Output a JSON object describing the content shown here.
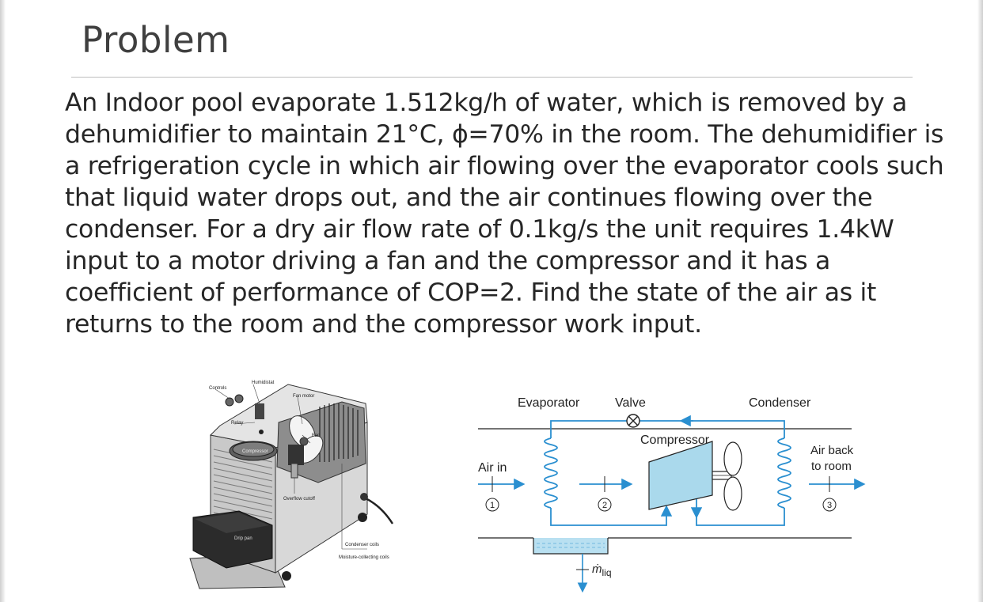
{
  "slide": {
    "title": "Problem",
    "text_lines": [
      "An Indoor pool evaporate 1.512kg/h of water, which is removed by a",
      "dehumidifier to maintain 21°C, ϕ=70% in the room. The dehumidifier is",
      "a refrigeration cycle in which air flowing over the evaporator cools such",
      "that liquid water drops out, and the air continues flowing over the",
      "condenser. For a dry air flow rate of 0.1kg/s the unit requires 1.4kW",
      "input to a motor driving a fan and the compressor and it has a",
      "coefficient of performance of COP=2. Find the state of the air as it",
      "returns to the room and the compressor work input."
    ]
  },
  "photo": {
    "labels": {
      "controls": "Controls",
      "humidistat": "Humidistat",
      "fan_motor": "Fan motor",
      "relay": "Relay",
      "fan": "Fan",
      "compressor": "Compressor",
      "overflow_cutoff": "Overflow cutoff",
      "drip_pan": "Drip pan",
      "condenser_coils": "Condenser coils",
      "moisture_coils": "Moisture-collecting coils"
    }
  },
  "schematic": {
    "evaporator": "Evaporator",
    "valve": "Valve",
    "condenser": "Condenser",
    "compressor": "Compressor",
    "air_in": "Air in",
    "air_back_line1": "Air back",
    "air_back_line2": "to room",
    "state1": "1",
    "state2": "2",
    "state3": "3",
    "mliq_symbol": "ṁ",
    "mliq_sub": "liq"
  },
  "colors": {
    "refrigerant_line": "#2a8fd0",
    "compressor_fill": "#aad9ec",
    "water": "#b9e0f1",
    "text": "#262626"
  }
}
